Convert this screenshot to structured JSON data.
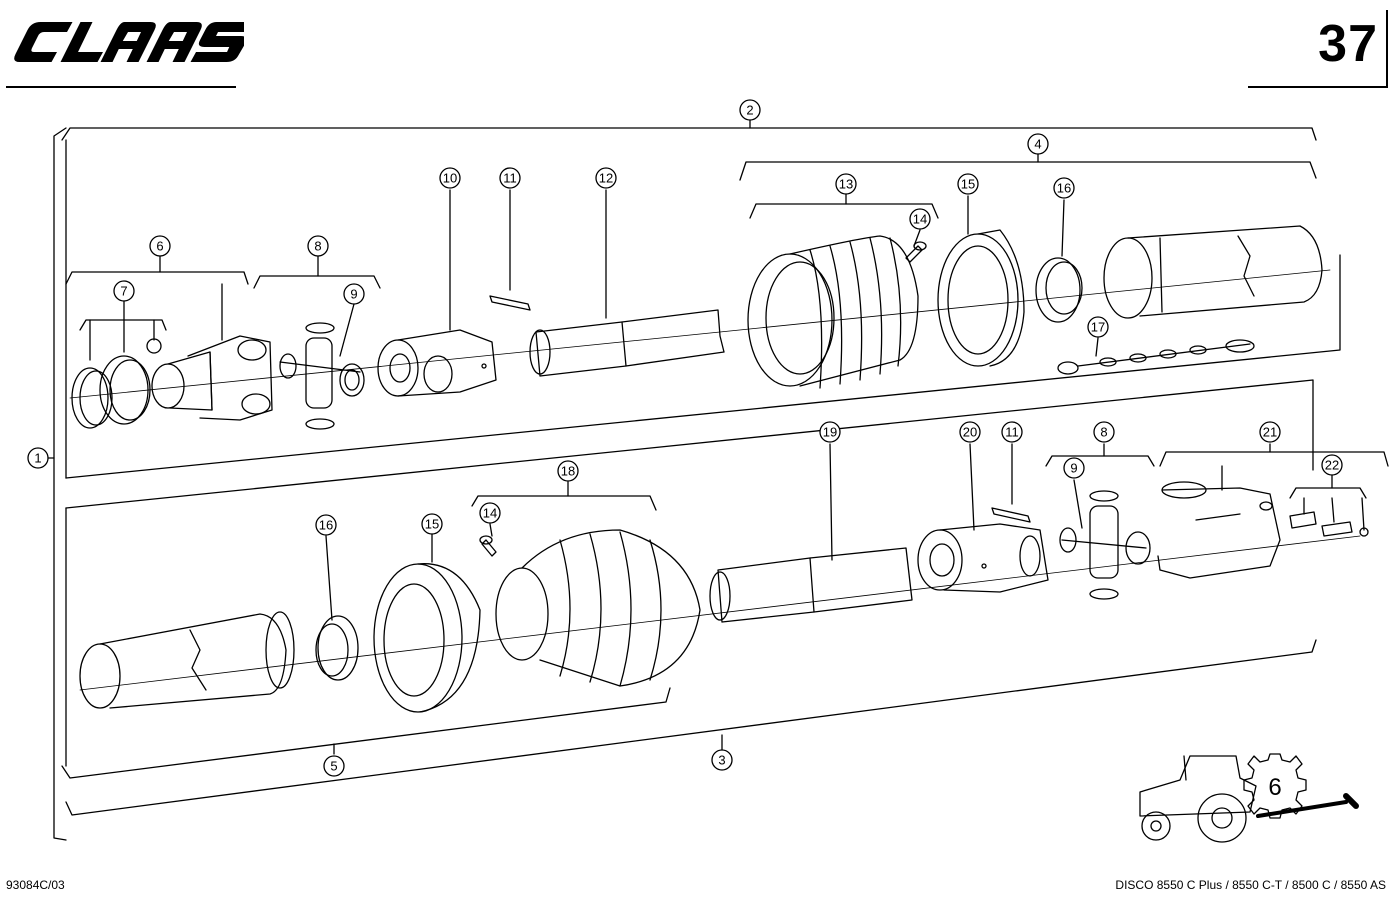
{
  "header": {
    "brand": "CLAAS",
    "page_number": "37"
  },
  "footer": {
    "drawing_number": "93084C/03",
    "model_line": "DISCO 8550 C Plus / 8550 C-T / 8500 C / 8550 AS"
  },
  "tractor_icon": {
    "gear_number": "6"
  },
  "callouts": [
    {
      "id": "c1",
      "label": "1"
    },
    {
      "id": "c2",
      "label": "2"
    },
    {
      "id": "c3",
      "label": "3"
    },
    {
      "id": "c4",
      "label": "4"
    },
    {
      "id": "c5",
      "label": "5"
    },
    {
      "id": "c6",
      "label": "6"
    },
    {
      "id": "c7",
      "label": "7"
    },
    {
      "id": "c8a",
      "label": "8"
    },
    {
      "id": "c9a",
      "label": "9"
    },
    {
      "id": "c10",
      "label": "10"
    },
    {
      "id": "c11a",
      "label": "11"
    },
    {
      "id": "c12",
      "label": "12"
    },
    {
      "id": "c13",
      "label": "13"
    },
    {
      "id": "c14a",
      "label": "14"
    },
    {
      "id": "c15a",
      "label": "15"
    },
    {
      "id": "c16a",
      "label": "16"
    },
    {
      "id": "c17",
      "label": "17"
    },
    {
      "id": "c18",
      "label": "18"
    },
    {
      "id": "c14b",
      "label": "14"
    },
    {
      "id": "c16b",
      "label": "16"
    },
    {
      "id": "c15b",
      "label": "15"
    },
    {
      "id": "c19",
      "label": "19"
    },
    {
      "id": "c20",
      "label": "20"
    },
    {
      "id": "c11b",
      "label": "11"
    },
    {
      "id": "c8b",
      "label": "8"
    },
    {
      "id": "c9b",
      "label": "9"
    },
    {
      "id": "c21",
      "label": "21"
    },
    {
      "id": "c22",
      "label": "22"
    }
  ]
}
